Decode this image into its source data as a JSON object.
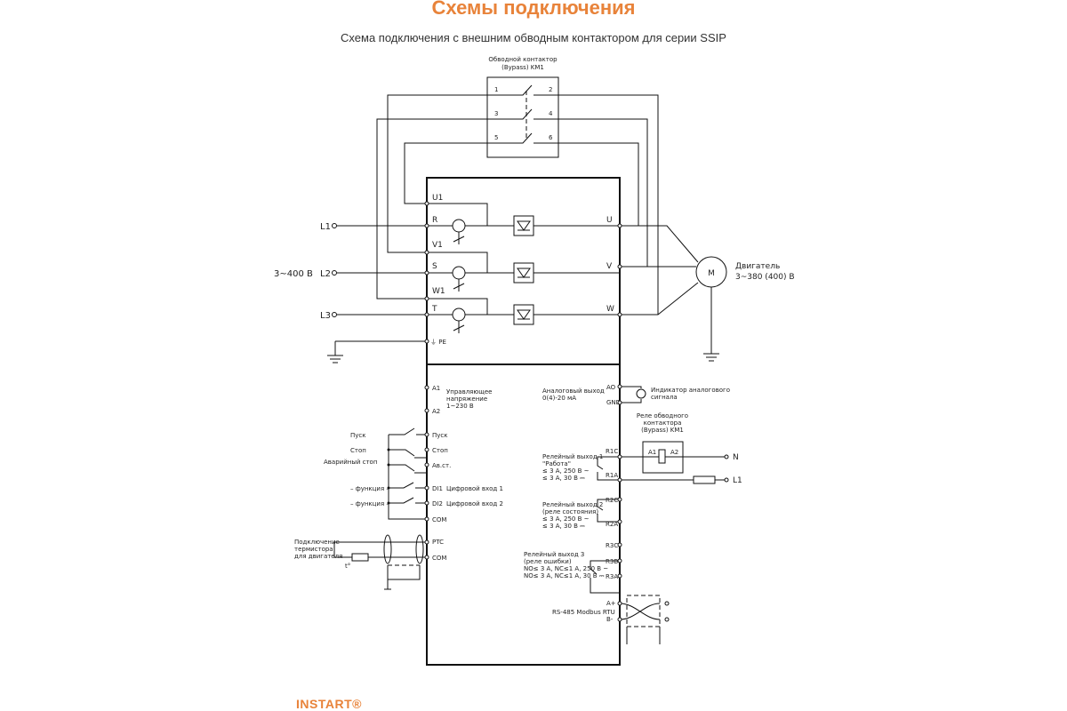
{
  "header": {
    "title": "Схемы подключения",
    "subtitle": "Схема подключения с внешним обводным контактором для серии SSIP"
  },
  "contactor": {
    "label_line1": "Обводной контактор",
    "label_line2": "(Bypass) KM1",
    "pins": [
      "1",
      "2",
      "3",
      "4",
      "5",
      "6"
    ]
  },
  "power": {
    "supply_label": "3~400 В",
    "inputs": [
      "L1",
      "L2",
      "L3"
    ],
    "bypass_terminals": [
      "U1",
      "V1",
      "W1"
    ],
    "input_terminals": [
      "R",
      "S",
      "T"
    ],
    "outputs": [
      "U",
      "V",
      "W"
    ],
    "pe": "⏚ PE",
    "motor_symbol": "M",
    "motor_label_line1": "Двигатель",
    "motor_label_line2": "3~380 (400) В"
  },
  "control_left": {
    "supply": {
      "terminals": [
        "A1",
        "A2"
      ],
      "label": [
        "Управляющее",
        "напряжение",
        "1~230 В"
      ]
    },
    "inputs": [
      {
        "ext": "Пуск",
        "terminal": "Пуск",
        "desc": ""
      },
      {
        "ext": "Стоп",
        "terminal": "Стоп",
        "desc": ""
      },
      {
        "ext": "Аварийный стоп",
        "terminal": "Ав.ст.",
        "desc": ""
      },
      {
        "ext": "– функция –",
        "terminal": "DI1",
        "desc": "Цифровой вход 1"
      },
      {
        "ext": "– функция –",
        "terminal": "DI2",
        "desc": "Цифровой вход 2"
      }
    ],
    "com": "COM",
    "ptc": {
      "terminals": [
        "PTC",
        "COM"
      ],
      "label": [
        "Подключение",
        "термистора",
        "для двигателя"
      ],
      "symbol": "t°"
    }
  },
  "control_right": {
    "analog": {
      "terminals": [
        "AO",
        "GND"
      ],
      "label": [
        "Аналоговый выход",
        "0(4)-20 мА"
      ],
      "indicator": [
        "Индикатор аналогового",
        "сигнала"
      ]
    },
    "relay_coil": {
      "label": [
        "Реле обводного",
        "контактора",
        "(Bypass) KM1"
      ],
      "pins": [
        "A1",
        "A2"
      ],
      "n": "N",
      "l1": "L1"
    },
    "relay1": {
      "terminals": [
        "R1C",
        "R1A"
      ],
      "label": [
        "Релейный выход 1",
        "\"Работа\"",
        "≤ 3 А, 250 В ~",
        "≤ 3 А, 30 В ⎓"
      ]
    },
    "relay2": {
      "terminals": [
        "R2C",
        "R2A"
      ],
      "label": [
        "Релейный выход 2",
        "(реле состояния)",
        "≤ 3 А, 250 В ~",
        "≤ 3 А, 30 В ⎓"
      ]
    },
    "relay3": {
      "terminals": [
        "R3C",
        "R3B",
        "R3A"
      ],
      "label": [
        "Релейный выход 3",
        "(реле ошибки)",
        "NO≤ 3 А, NC≤1 А, 250 В ~",
        "NO≤ 3 А, NC≤1 А, 30 В ⎓"
      ]
    },
    "rs485": {
      "terminals": [
        "A+",
        "B-"
      ],
      "label": "RS-485 Modbus RTU"
    }
  },
  "footer": {
    "logo": "INSTART®"
  },
  "colors": {
    "accent": "#e8833a",
    "line": "#111111"
  }
}
